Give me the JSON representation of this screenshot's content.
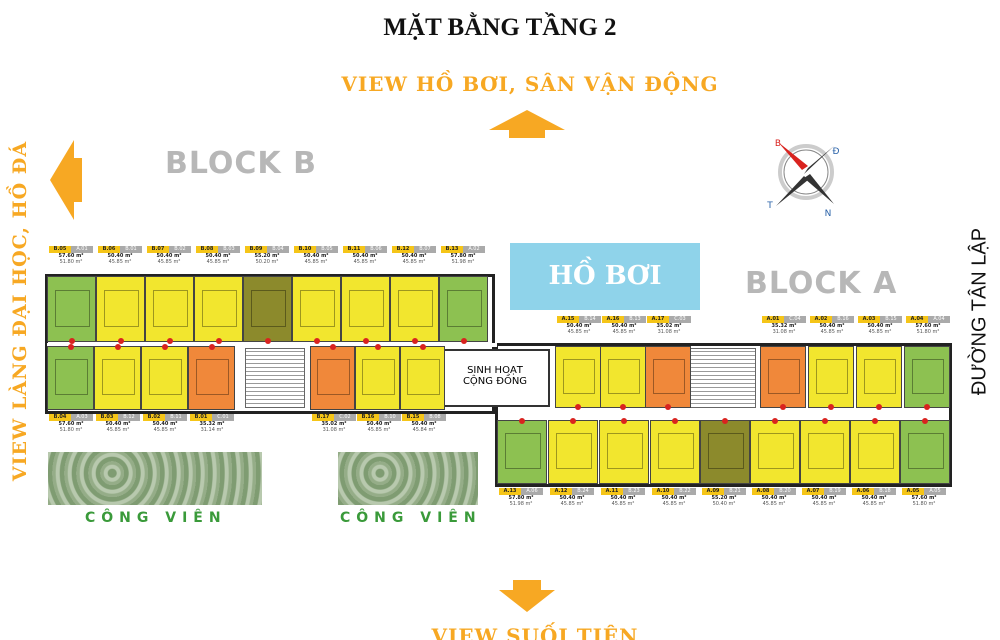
{
  "title": "MẶT BẰNG TẦNG 2",
  "views": {
    "top": "VIEW HỒ BƠI, SÂN VẬN ĐỘNG",
    "left": "VIEW LÀNG ĐẠI HỌC, HỒ ĐÁ",
    "right": "ĐƯỜNG TÂN LẬP",
    "bottom": "VIEW SUỐI TIÊN"
  },
  "blocks": {
    "b": "BLOCK B",
    "a": "BLOCK A"
  },
  "pool": "HỒ BƠI",
  "community": [
    "SINH HOẠT",
    "CỘNG ĐỒNG"
  ],
  "park_label": "CÔNG VIÊN",
  "compass": {
    "n": "B",
    "e": "Đ",
    "s": "N",
    "w": "T"
  },
  "colors": {
    "yellow": "#f2e62e",
    "green": "#8dc151",
    "orange": "#f0883a",
    "olive": "#8c8a2c",
    "accent": "#f7a823",
    "pool": "#8fd3ea"
  },
  "units": {
    "b_top": [
      {
        "code": "B.05",
        "type": "A.01",
        "area": "57.60 m²",
        "area2": "51.80 m²",
        "color": "green"
      },
      {
        "code": "B.06",
        "type": "B.01",
        "area": "50.40 m²",
        "area2": "45.85 m²",
        "color": "yellow"
      },
      {
        "code": "B.07",
        "type": "B.02",
        "area": "50.40 m²",
        "area2": "45.85 m²",
        "color": "yellow"
      },
      {
        "code": "B.08",
        "type": "B.03",
        "area": "50.40 m²",
        "area2": "45.85 m²",
        "color": "yellow"
      },
      {
        "code": "B.09",
        "type": "B.04",
        "area": "55.20 m²",
        "area2": "50.20 m²",
        "color": "olive"
      },
      {
        "code": "B.10",
        "type": "B.05",
        "area": "50.40 m²",
        "area2": "45.85 m²",
        "color": "yellow"
      },
      {
        "code": "B.11",
        "type": "B.06",
        "area": "50.40 m²",
        "area2": "45.85 m²",
        "color": "yellow"
      },
      {
        "code": "B.12",
        "type": "B.07",
        "area": "50.40 m²",
        "area2": "45.85 m²",
        "color": "yellow"
      },
      {
        "code": "B.13",
        "type": "A.02",
        "area": "57.80 m²",
        "area2": "51.98 m²",
        "color": "green"
      }
    ],
    "b_bottom": [
      {
        "code": "B.04",
        "type": "A.03",
        "area": "57.60 m²",
        "area2": "51.80 m²",
        "color": "green"
      },
      {
        "code": "B.03",
        "type": "B.12",
        "area": "50.40 m²",
        "area2": "45.85 m²",
        "color": "yellow"
      },
      {
        "code": "B.02",
        "type": "B.11",
        "area": "50.40 m²",
        "area2": "45.85 m²",
        "color": "yellow"
      },
      {
        "code": "B.01",
        "type": "C.01",
        "area": "35.32 m²",
        "area2": "31.14 m²",
        "color": "orange"
      },
      {
        "code": "B.17",
        "type": "C.02",
        "area": "35.02 m²",
        "area2": "31.08 m²",
        "color": "orange"
      },
      {
        "code": "B.16",
        "type": "B.10",
        "area": "50.40 m²",
        "area2": "45.85 m²",
        "color": "yellow"
      },
      {
        "code": "B.15",
        "type": "B.08",
        "area": "50.40 m²",
        "area2": "45.84 m²",
        "color": "yellow"
      }
    ],
    "a_top": [
      {
        "code": "A.15",
        "type": "B.14",
        "area": "50.40 m²",
        "area2": "45.85 m²",
        "color": "yellow"
      },
      {
        "code": "A.16",
        "type": "B.13",
        "area": "50.40 m²",
        "area2": "45.85 m²",
        "color": "yellow"
      },
      {
        "code": "A.17",
        "type": "C.03",
        "area": "35.02 m²",
        "area2": "31.08 m²",
        "color": "orange"
      },
      {
        "code": "A.01",
        "type": "C.04",
        "area": "35.32 m²",
        "area2": "31.08 m²",
        "color": "orange"
      },
      {
        "code": "A.02",
        "type": "B.16",
        "area": "50.40 m²",
        "area2": "45.85 m²",
        "color": "yellow"
      },
      {
        "code": "A.03",
        "type": "B.15",
        "area": "50.40 m²",
        "area2": "45.85 m²",
        "color": "yellow"
      },
      {
        "code": "A.04",
        "type": "A.04",
        "area": "57.60 m²",
        "area2": "51.80 m²",
        "color": "green"
      }
    ],
    "a_bottom": [
      {
        "code": "A.13",
        "type": "A.06",
        "area": "57.80 m²",
        "area2": "51.98 m²",
        "color": "green"
      },
      {
        "code": "A.12",
        "type": "B.24",
        "area": "50.40 m²",
        "area2": "45.85 m²",
        "color": "yellow"
      },
      {
        "code": "A.11",
        "type": "B.23",
        "area": "50.40 m²",
        "area2": "45.85 m²",
        "color": "yellow"
      },
      {
        "code": "A.10",
        "type": "B.22",
        "area": "50.40 m²",
        "area2": "45.85 m²",
        "color": "yellow"
      },
      {
        "code": "A.09",
        "type": "B.21",
        "area": "55.20 m²",
        "area2": "50.40 m²",
        "color": "olive"
      },
      {
        "code": "A.08",
        "type": "B.20",
        "area": "50.40 m²",
        "area2": "45.85 m²",
        "color": "yellow"
      },
      {
        "code": "A.07",
        "type": "B.19",
        "area": "50.40 m²",
        "area2": "45.85 m²",
        "color": "yellow"
      },
      {
        "code": "A.06",
        "type": "B.18",
        "area": "50.40 m²",
        "area2": "45.85 m²",
        "color": "yellow"
      },
      {
        "code": "A.05",
        "type": "A.05",
        "area": "57.60 m²",
        "area2": "51.80 m²",
        "color": "green"
      }
    ]
  }
}
